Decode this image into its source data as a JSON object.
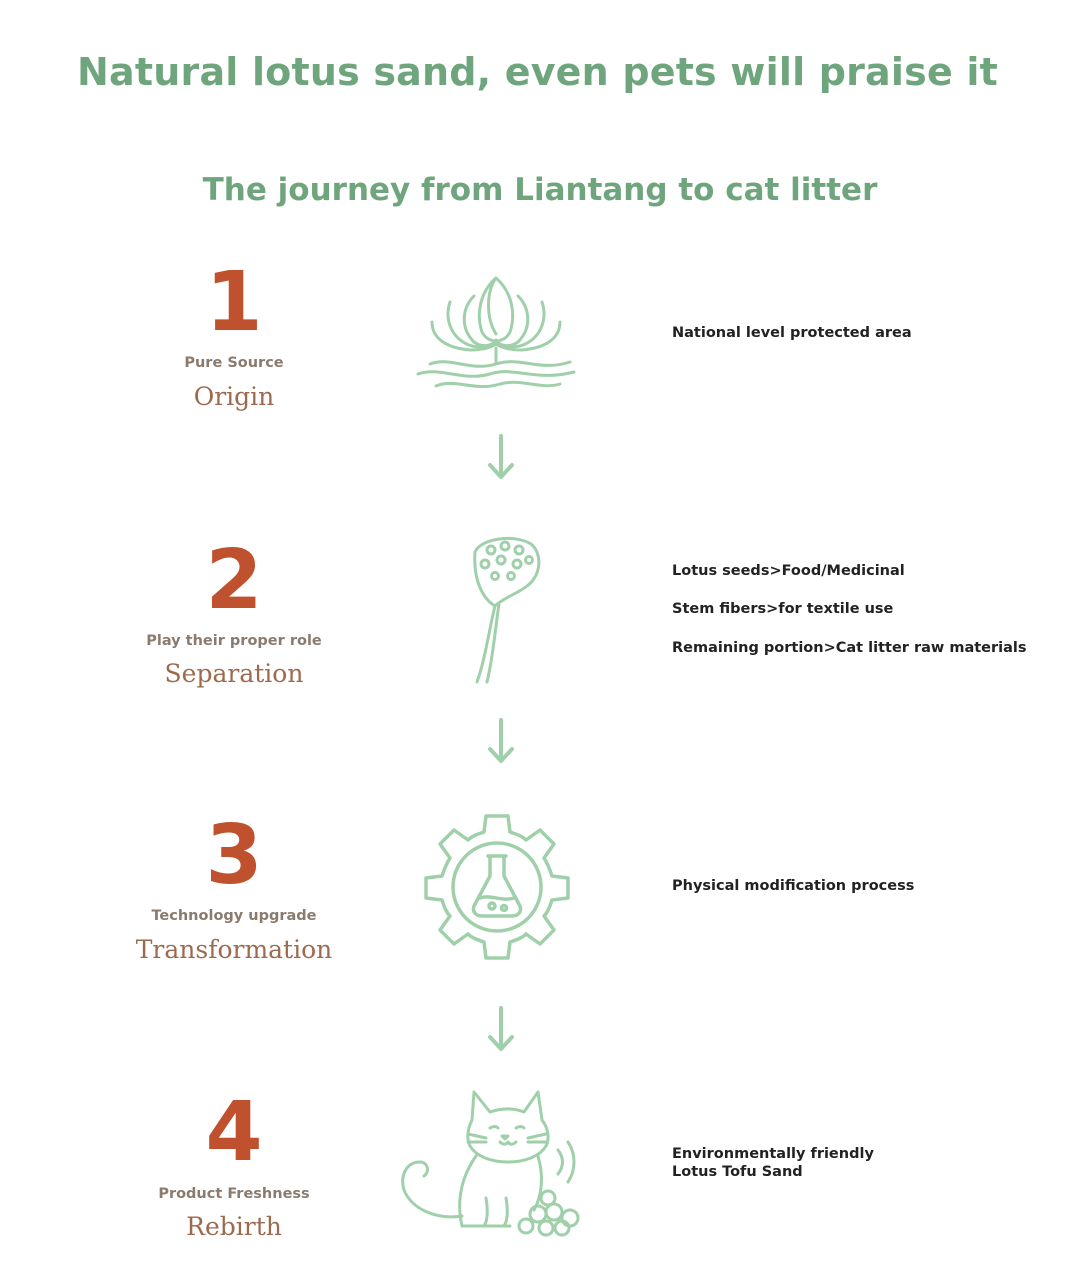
{
  "header": {
    "title": "Natural lotus sand, even pets will praise it",
    "subtitle": "The journey from Liantang to cat litter"
  },
  "colors": {
    "accent_green": "#6fa57c",
    "icon_green": "#9fd0aa",
    "number_orange": "#c0512f",
    "tag_brown": "#8a7b6e",
    "word_brown": "#9c6a4f"
  },
  "steps": [
    {
      "number": "1",
      "tag": "Pure Source",
      "word": "Origin",
      "icon": "lotus-flower-icon",
      "lines": [
        "National level protected area"
      ]
    },
    {
      "number": "2",
      "tag": "Play their proper role",
      "word": "Separation",
      "icon": "lotus-seedpod-icon",
      "lines": [
        "Lotus seeds>Food/Medicinal",
        "Stem fibers>for textile use",
        "Remaining portion>Cat litter raw materials"
      ]
    },
    {
      "number": "3",
      "tag": "Technology upgrade",
      "word": "Transformation",
      "icon": "gear-flask-icon",
      "lines": [
        "Physical modification process"
      ]
    },
    {
      "number": "4",
      "tag": "Product Freshness",
      "word": "Rebirth",
      "icon": "cat-icon",
      "lines": [
        "Environmentally friendly",
        "Lotus Tofu Sand"
      ]
    }
  ]
}
